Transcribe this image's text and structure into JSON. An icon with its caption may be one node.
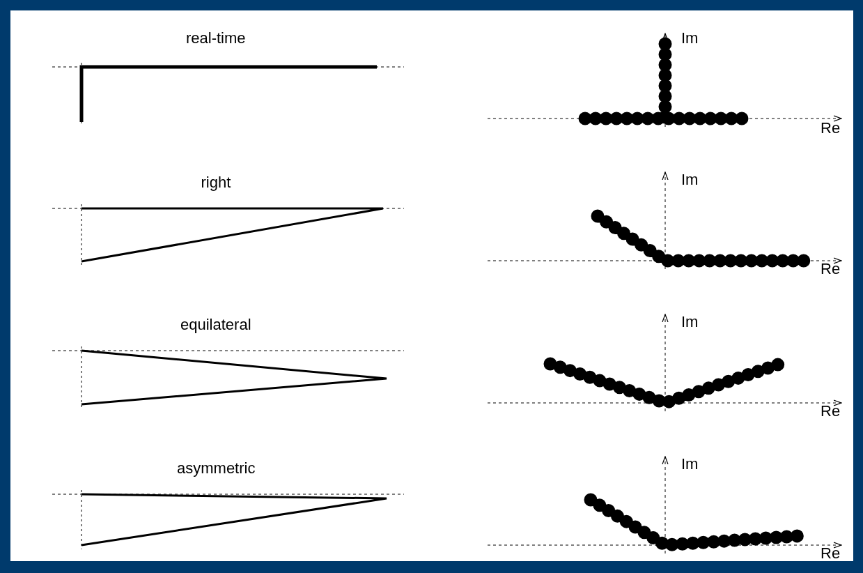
{
  "diagram": {
    "labels": [
      "real-time",
      "Im",
      "Re",
      "right",
      "Im",
      "Re",
      "equilateral",
      "Im",
      "Re",
      "asymmetric",
      "Im",
      "Re"
    ]
  }
}
